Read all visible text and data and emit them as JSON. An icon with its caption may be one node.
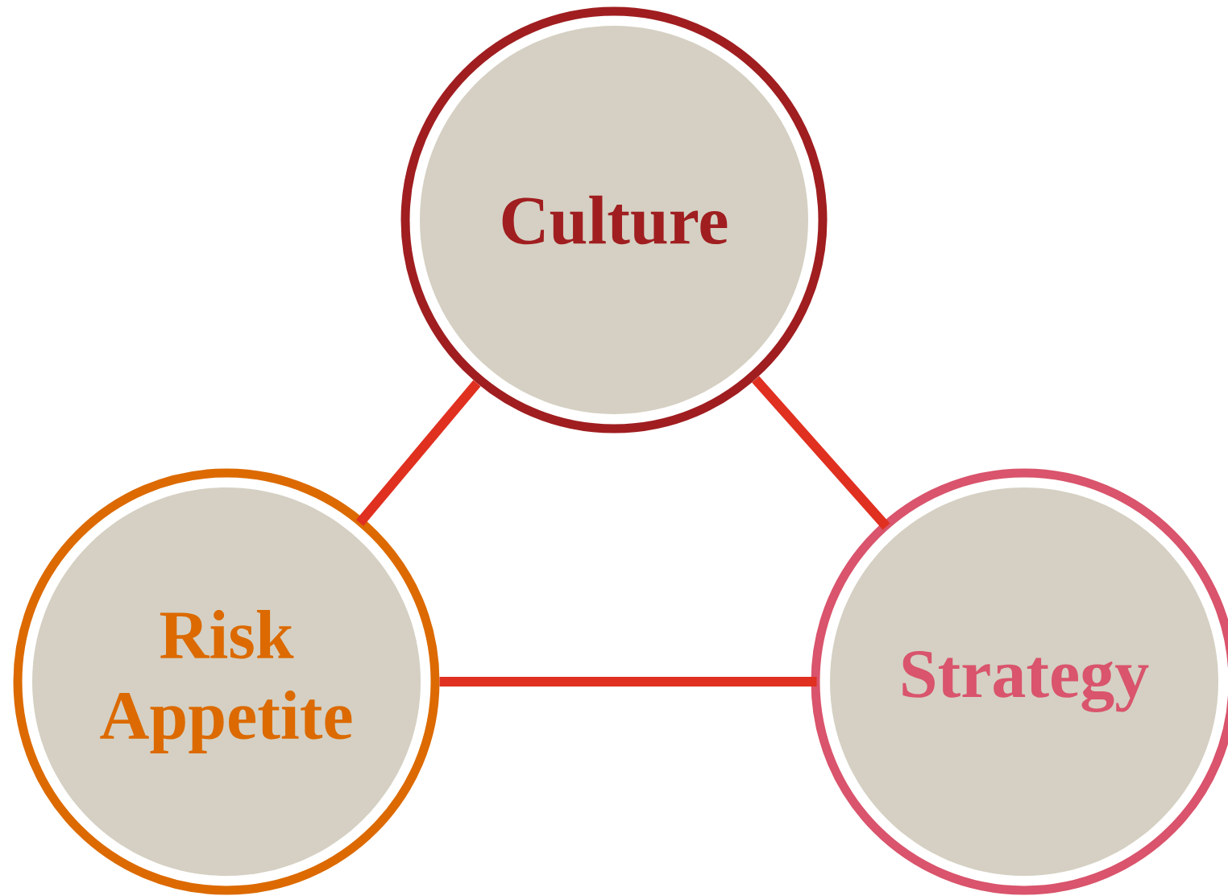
{
  "diagram": {
    "nodes": [
      {
        "text": [
          "Culture"
        ]
      },
      {
        "text": [
          "Risk Appetite"
        ]
      },
      {
        "text": [
          "Strategy"
        ]
      }
    ],
    "edges": [
      {
        "from": 0,
        "to": 1,
        "arrow": "none"
      },
      {
        "from": 0,
        "to": 2,
        "arrow": "none"
      },
      {
        "from": 1,
        "to": 2,
        "arrow": "none"
      }
    ]
  }
}
